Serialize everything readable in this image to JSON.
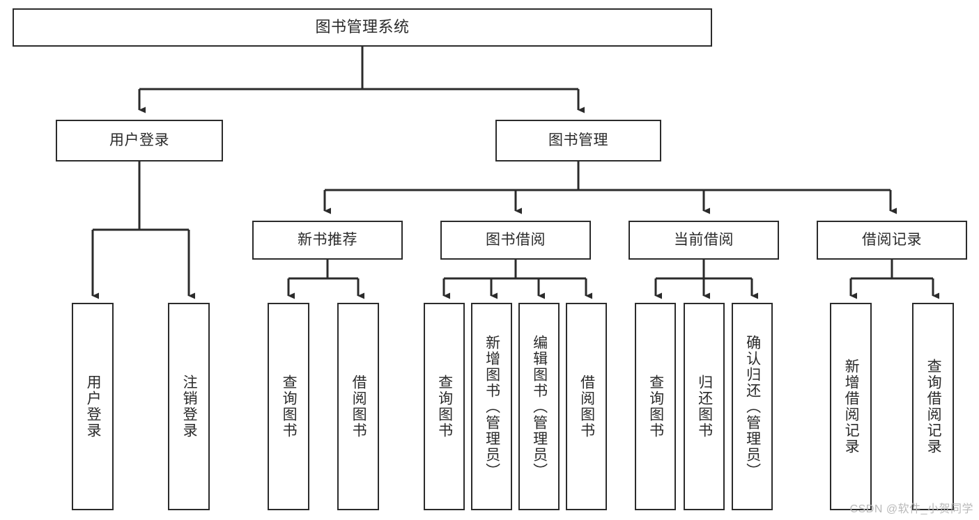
{
  "diagram": {
    "title": "图书管理系统",
    "type": "tree-hierarchy",
    "watermark": "CSDN @软件_小贺同学",
    "colors": {
      "box_border": "#2b2b2b",
      "box_fill": "#ffffff",
      "edge": "#2b2b2b",
      "text": "#2a2a2a",
      "watermark": "#b9b9b9",
      "background": "#ffffff"
    },
    "nodes": {
      "root": {
        "label": "图书管理系统",
        "level": 0,
        "orientation": "horizontal"
      },
      "user_login": {
        "label": "用户登录",
        "level": 1,
        "orientation": "horizontal"
      },
      "book_manage": {
        "label": "图书管理",
        "level": 1,
        "orientation": "horizontal"
      },
      "new_book_rec": {
        "label": "新书推荐",
        "level": 2,
        "orientation": "horizontal"
      },
      "book_borrow": {
        "label": "图书借阅",
        "level": 2,
        "orientation": "horizontal"
      },
      "current_borrow": {
        "label": "当前借阅",
        "level": 2,
        "orientation": "horizontal"
      },
      "borrow_record": {
        "label": "借阅记录",
        "level": 2,
        "orientation": "horizontal"
      },
      "leaf_user_login": {
        "label": "用户登录",
        "level": 2,
        "orientation": "vertical"
      },
      "leaf_logout": {
        "label": "注销登录",
        "level": 2,
        "orientation": "vertical"
      },
      "leaf_query_book_a": {
        "label": "查询图书",
        "level": 3,
        "orientation": "vertical"
      },
      "leaf_borrow_book_a": {
        "label": "借阅图书",
        "level": 3,
        "orientation": "vertical"
      },
      "leaf_query_book_b": {
        "label": "查询图书",
        "level": 3,
        "orientation": "vertical"
      },
      "leaf_add_book": {
        "label": "新增图书（管理员）",
        "level": 3,
        "orientation": "vertical"
      },
      "leaf_edit_book": {
        "label": "编辑图书（管理员）",
        "level": 3,
        "orientation": "vertical"
      },
      "leaf_borrow_book_b": {
        "label": "借阅图书",
        "level": 3,
        "orientation": "vertical"
      },
      "leaf_query_book_c": {
        "label": "查询图书",
        "level": 3,
        "orientation": "vertical"
      },
      "leaf_return_book": {
        "label": "归还图书",
        "level": 3,
        "orientation": "vertical"
      },
      "leaf_confirm_return": {
        "label": "确认归还（管理员）",
        "level": 3,
        "orientation": "vertical"
      },
      "leaf_add_record": {
        "label": "新增借阅记录",
        "level": 3,
        "orientation": "vertical"
      },
      "leaf_query_record": {
        "label": "查询借阅记录",
        "level": 3,
        "orientation": "vertical"
      }
    },
    "edges": [
      {
        "from": "root",
        "to": "user_login"
      },
      {
        "from": "root",
        "to": "book_manage"
      },
      {
        "from": "user_login",
        "to": "leaf_user_login"
      },
      {
        "from": "user_login",
        "to": "leaf_logout"
      },
      {
        "from": "book_manage",
        "to": "new_book_rec"
      },
      {
        "from": "book_manage",
        "to": "book_borrow"
      },
      {
        "from": "book_manage",
        "to": "current_borrow"
      },
      {
        "from": "book_manage",
        "to": "borrow_record"
      },
      {
        "from": "new_book_rec",
        "to": "leaf_query_book_a"
      },
      {
        "from": "new_book_rec",
        "to": "leaf_borrow_book_a"
      },
      {
        "from": "book_borrow",
        "to": "leaf_query_book_b"
      },
      {
        "from": "book_borrow",
        "to": "leaf_add_book"
      },
      {
        "from": "book_borrow",
        "to": "leaf_edit_book"
      },
      {
        "from": "book_borrow",
        "to": "leaf_borrow_book_b"
      },
      {
        "from": "current_borrow",
        "to": "leaf_query_book_c"
      },
      {
        "from": "current_borrow",
        "to": "leaf_return_book"
      },
      {
        "from": "current_borrow",
        "to": "leaf_confirm_return"
      },
      {
        "from": "borrow_record",
        "to": "leaf_add_record"
      },
      {
        "from": "borrow_record",
        "to": "leaf_query_record"
      }
    ]
  }
}
